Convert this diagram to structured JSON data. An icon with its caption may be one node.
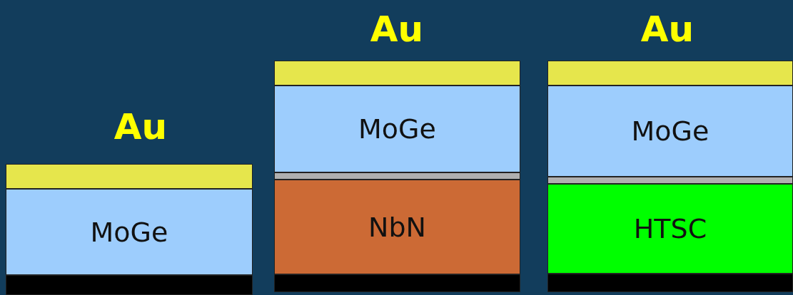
{
  "diagram": {
    "nodes": [
      {
        "text": [],
        "shape": "bar"
      },
      {
        "text": [
          "MoGe"
        ]
      },
      {
        "text": [],
        "shape": "bar"
      },
      {
        "text": [],
        "shape": "bar"
      },
      {
        "text": [
          "MoGe"
        ]
      },
      {
        "text": [],
        "shape": "bar"
      },
      {
        "text": [
          "NbN"
        ]
      },
      {
        "text": [],
        "shape": "bar"
      },
      {
        "text": [],
        "shape": "bar"
      },
      {
        "text": [
          "MoGe"
        ]
      },
      {
        "text": [],
        "shape": "bar"
      },
      {
        "text": [
          "HTSC"
        ]
      },
      {
        "text": [],
        "shape": "bar"
      }
    ],
    "labels": [
      "Au",
      "Au",
      "Au"
    ]
  }
}
